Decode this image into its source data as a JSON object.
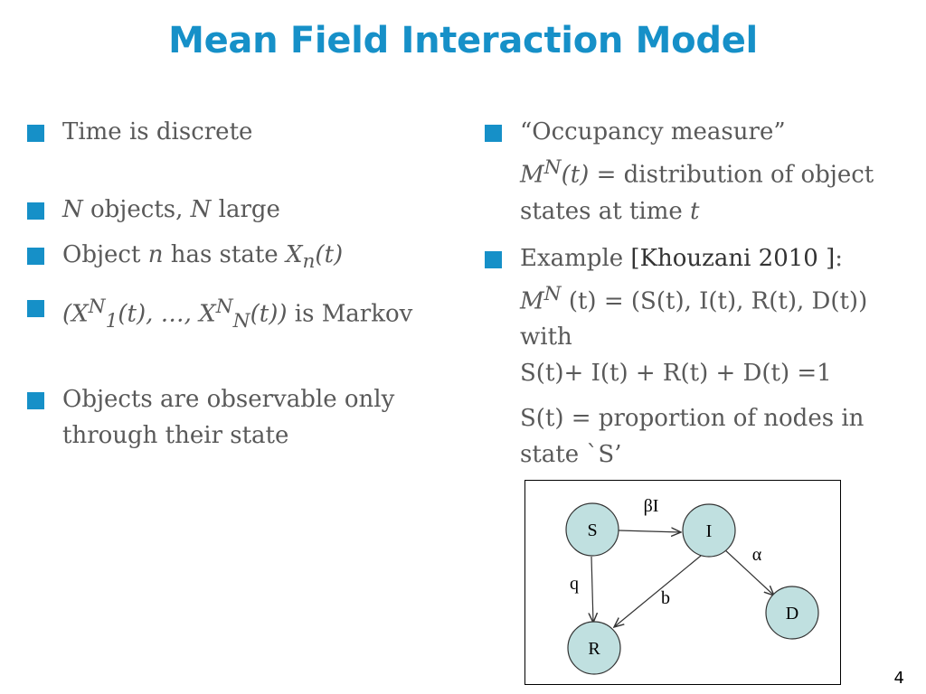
{
  "title": "Mean Field Interaction Model",
  "left": {
    "b1": "Time is discrete",
    "b2": {
      "n1": "N",
      "t1": " objects, ",
      "n2": "N",
      "t2": " large"
    },
    "b3": {
      "t1": "Object ",
      "n": "n",
      "t2": " has state ",
      "x": "X",
      "sub": "n",
      "t3": "(t)"
    },
    "b4": {
      "p1": "(X",
      "sup1": "N",
      "sub1": "1",
      "p2": "(t), …, X",
      "sup2": "N",
      "sub2": "N",
      "p3": "(t))",
      "tail": " is Markov"
    },
    "b5": {
      "l1": "Objects are observable only",
      "l2": "through their state"
    }
  },
  "right": {
    "b1": {
      "l1": "“Occupancy measure”",
      "m": "M",
      "sup": "N",
      "mt": "(t)",
      "rest": " = distribution of object",
      "l3a": "states at time ",
      "l3b": "t"
    },
    "b2": {
      "l1a": "Example ",
      "cite": "[Khouzani 2010 ]",
      "l1b": ":",
      "m": "M",
      "sup": "N",
      "rest": " (t) = (S(t), I(t), R(t), D(t))",
      "l3": "with",
      "l4": "S(t)+ I(t) + R(t) + D(t) =1"
    },
    "p": {
      "l1": "S(t) = proportion of nodes in",
      "l2": "state `S’"
    }
  },
  "diagram": {
    "nodes": {
      "s": "S",
      "i": "I",
      "r": "R",
      "d": "D"
    },
    "edges": {
      "si": "βI",
      "id": "α",
      "sr": "q",
      "ir": "b"
    },
    "node_fill": "#c0e0e0"
  },
  "page_number": "4",
  "colors": {
    "accent": "#1690c8",
    "text": "#595959"
  }
}
